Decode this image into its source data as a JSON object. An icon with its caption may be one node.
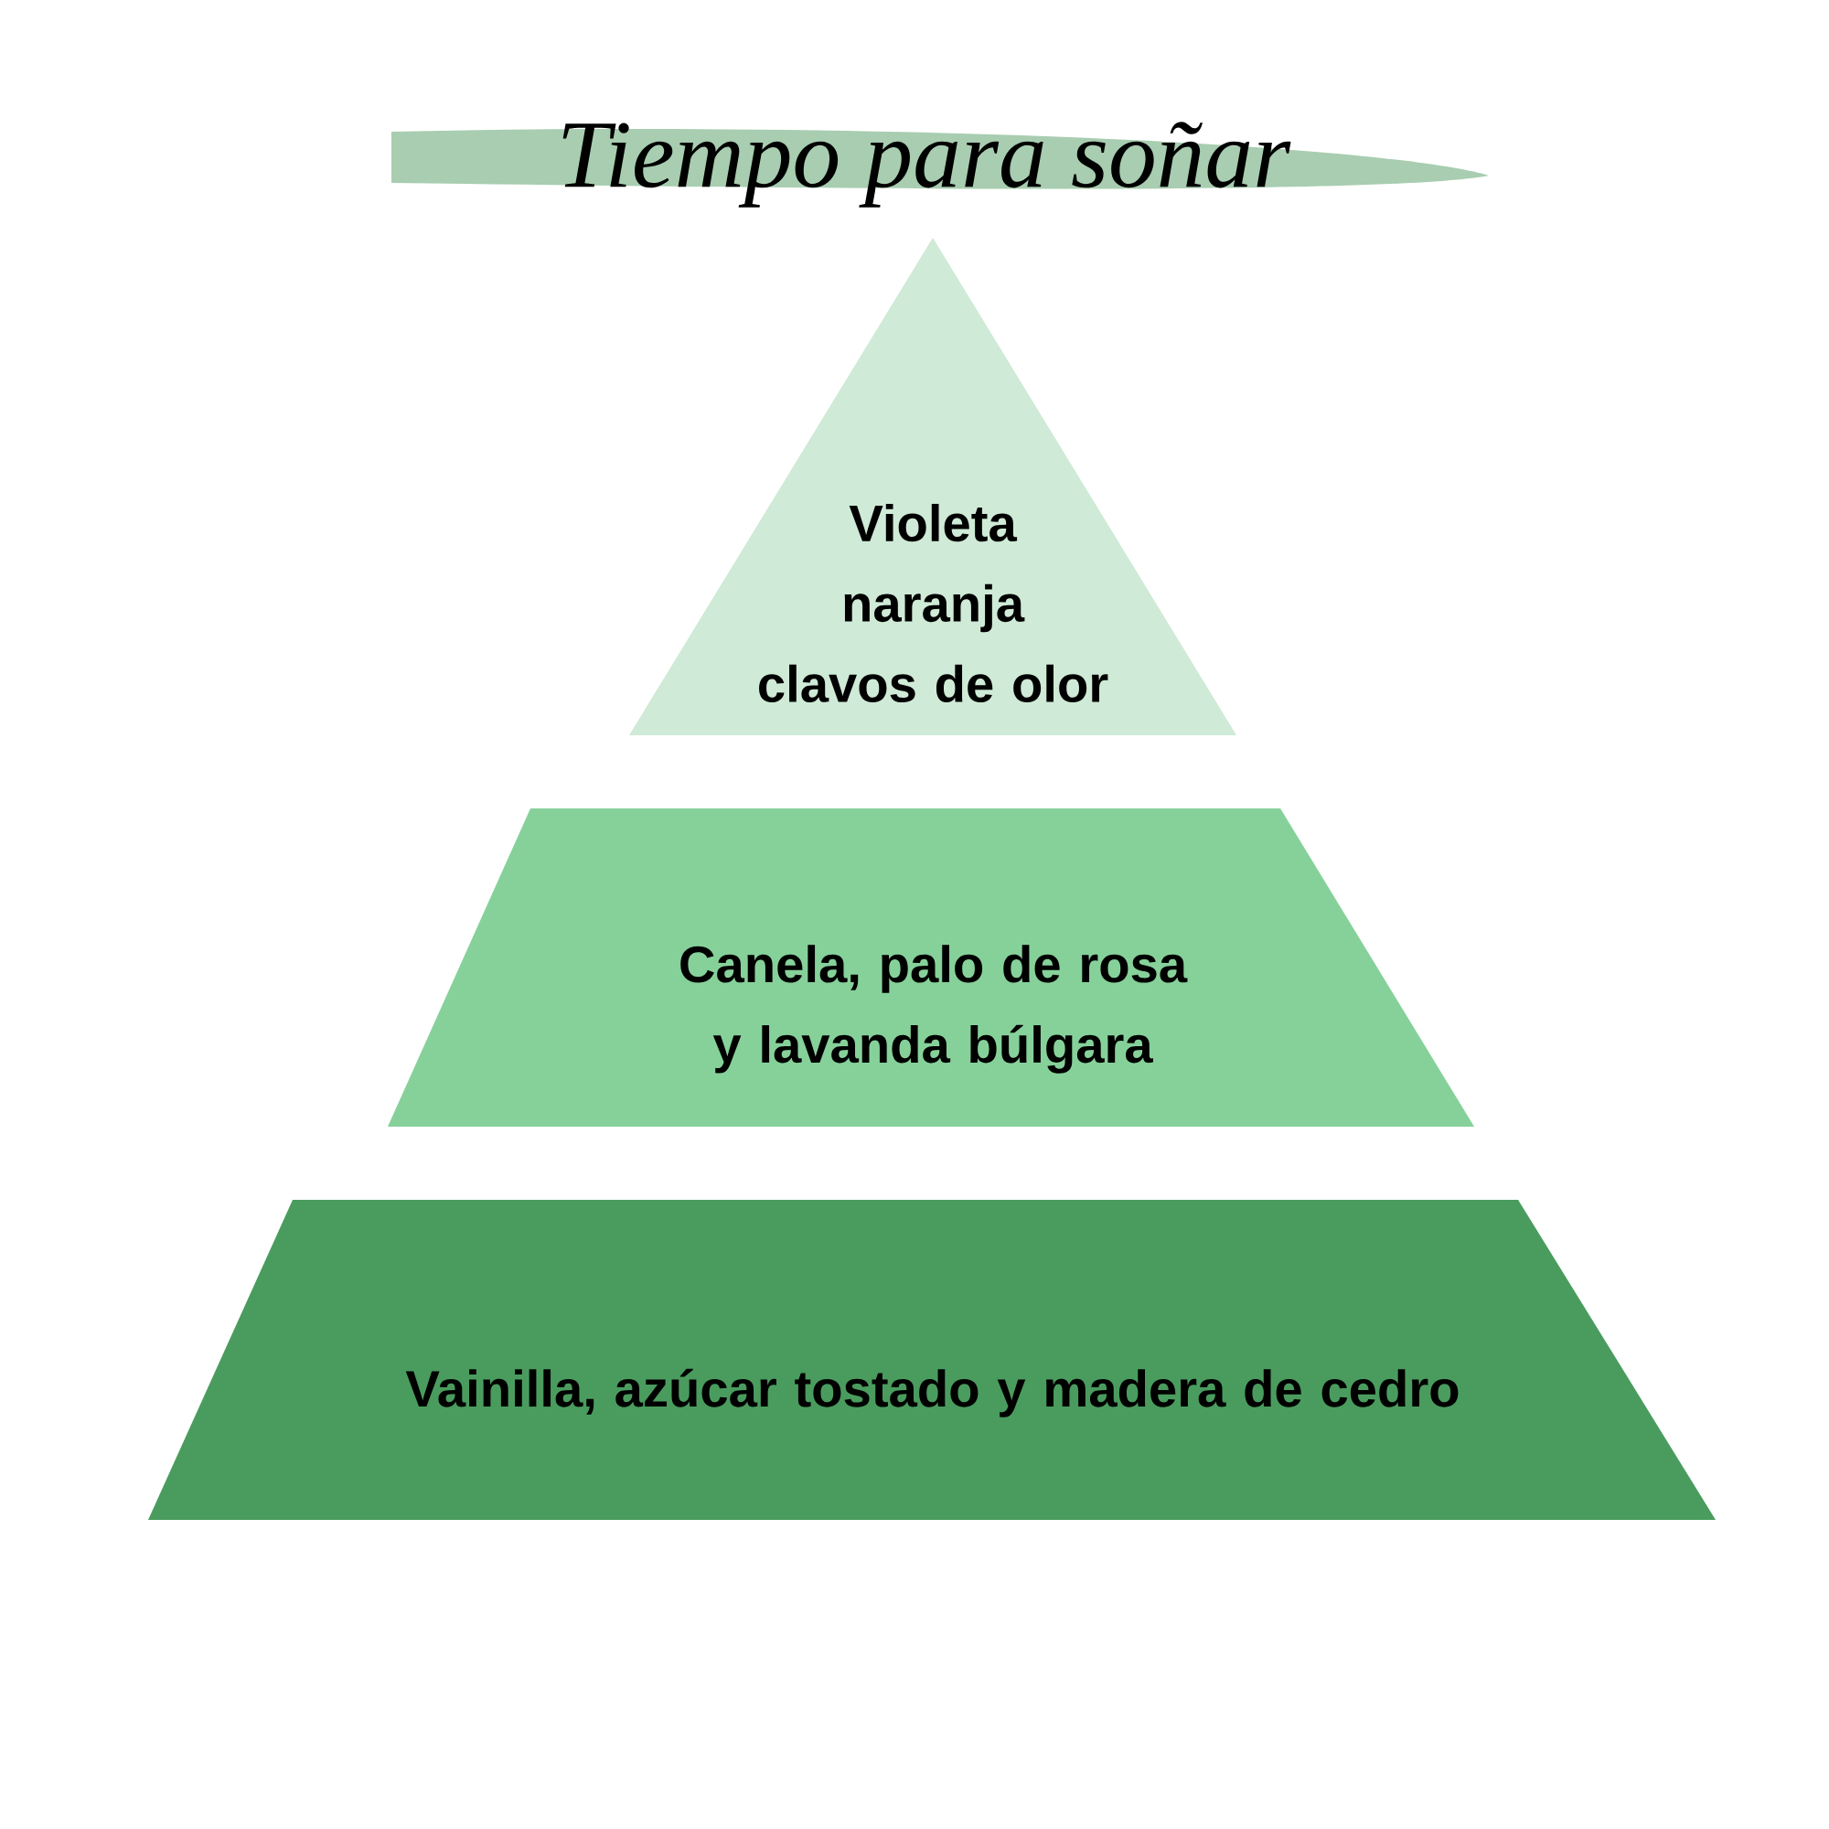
{
  "diagram": {
    "title": "Tiempo para soñar",
    "nodes": [
      {
        "text": [
          "Violeta naranja clavos de olor"
        ]
      },
      {
        "text": [
          "Canela, palo de rosa y lavanda búlgara"
        ]
      },
      {
        "text": [
          "Vainilla, azúcar tostado y madera de cedro"
        ]
      }
    ]
  }
}
